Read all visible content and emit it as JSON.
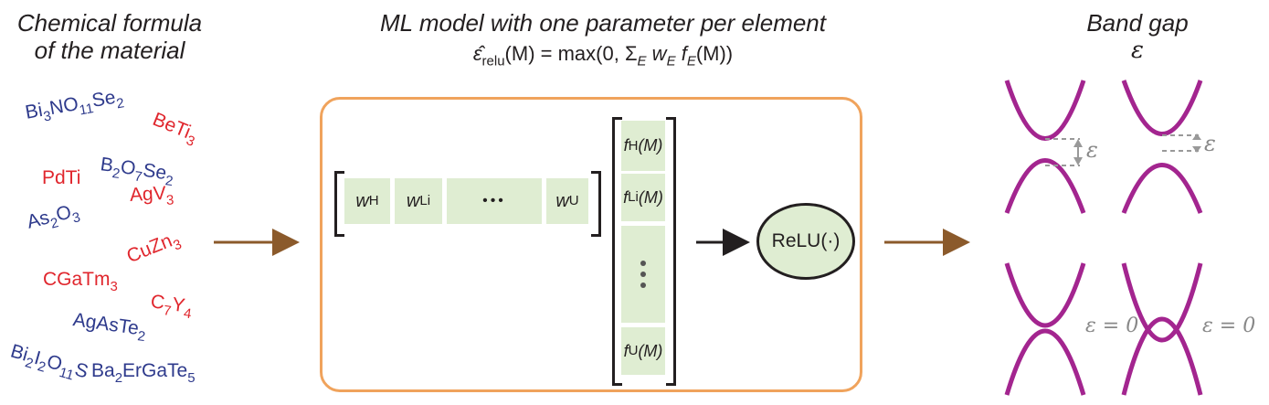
{
  "headings": {
    "input_line1": "Chemical formula",
    "input_line2": "of the material",
    "model_title": "ML model with one parameter per element",
    "output_line1": "Band gap",
    "output_symbol": "ε"
  },
  "equation": {
    "lhs_symbol": "ε̂",
    "lhs_sub": "relu",
    "lhs_arg": "(M) = max(0, Σ",
    "sum_sub": "E",
    "weight": " w",
    "weight_sub": "E",
    "feature": " f",
    "feature_sub": "E",
    "tail": "(M))"
  },
  "formulas": [
    {
      "parts": [
        "Bi",
        "3",
        "NO",
        "11",
        "Se",
        "2"
      ],
      "color": "blue"
    },
    {
      "parts": [
        "BeTi",
        "3"
      ],
      "color": "red"
    },
    {
      "parts": [
        "B",
        "2",
        "O",
        "7",
        "Se",
        "2"
      ],
      "color": "blue"
    },
    {
      "parts": [
        "PdTi"
      ],
      "color": "red"
    },
    {
      "parts": [
        "AgV",
        "3"
      ],
      "color": "red"
    },
    {
      "parts": [
        "As",
        "2",
        "O",
        "3"
      ],
      "color": "blue"
    },
    {
      "parts": [
        "CuZn",
        "3"
      ],
      "color": "red"
    },
    {
      "parts": [
        "CGaTm",
        "3"
      ],
      "color": "red"
    },
    {
      "parts": [
        "C",
        "7",
        "Y",
        "4"
      ],
      "color": "red"
    },
    {
      "parts": [
        "AgAsTe",
        "2"
      ],
      "color": "blue"
    },
    {
      "parts": [
        "Bi",
        "2",
        "I",
        "2",
        "O",
        "11",
        "S"
      ],
      "color": "blue"
    },
    {
      "parts": [
        "Ba",
        "2",
        "ErGaTe",
        "5"
      ],
      "color": "blue"
    }
  ],
  "weights": {
    "w_h": "w",
    "w_h_sub": "H",
    "w_li": "w",
    "w_li_sub": "Li",
    "ellipsis": "•••",
    "w_u": "w",
    "w_u_sub": "U"
  },
  "features": {
    "f_h": "f",
    "f_h_sub": "H",
    "f_h_arg": "(M)",
    "f_li": "f",
    "f_li_sub": "Li",
    "f_li_arg": "(M)",
    "f_u": "f",
    "f_u_sub": "U",
    "f_u_arg": "(M)"
  },
  "relu_label": "ReLU(·)",
  "band_labels": {
    "gap1": "ε",
    "gap2": "ε",
    "zero1": "ε = 0",
    "zero2": "ε = 0"
  },
  "colors": {
    "band": "#a3258f",
    "arrow_brown": "#8b5a2b",
    "box_orange": "#f0a35c",
    "cell_green": "#dfedd2",
    "formula_blue": "#2e3a8c",
    "formula_red": "#e0262d",
    "gap_gray": "#888888"
  }
}
